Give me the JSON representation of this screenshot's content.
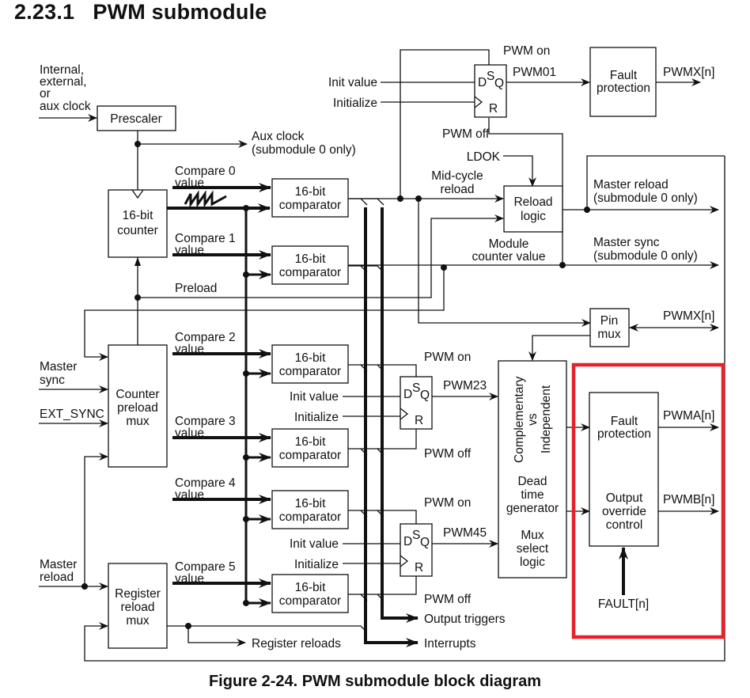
{
  "section": {
    "number": "2.23.1",
    "title": "PWM submodule"
  },
  "caption": "Figure 2-24. PWM submodule block diagram",
  "colors": {
    "highlight": "#e8202a",
    "line": "#111111"
  },
  "blocks": {
    "prescaler": "Prescaler",
    "counter": [
      "16-bit",
      "counter"
    ],
    "comparator": [
      "16-bit",
      "comparator"
    ],
    "counter_preload_mux": [
      "Counter",
      "preload",
      "mux"
    ],
    "register_reload_mux": [
      "Register",
      "reload",
      "mux"
    ],
    "reload_logic": [
      "Reload",
      "logic"
    ],
    "pin_mux": [
      "Pin",
      "mux"
    ],
    "fault_protection_top": [
      "Fault",
      "protection"
    ],
    "comp_vs_indep": [
      "Complementary",
      "vs",
      "Independent"
    ],
    "dead_time": [
      "Dead",
      "time",
      "generator"
    ],
    "mux_select": [
      "Mux",
      "select",
      "logic"
    ],
    "fault_protection": [
      "Fault",
      "protection"
    ],
    "output_override": [
      "Output",
      "override",
      "control"
    ],
    "flipflop_pins": {
      "d": "D",
      "s": "S",
      "q": "Q",
      "r": "R"
    }
  },
  "signals": {
    "clock_in": [
      "Internal,",
      "external,",
      "or",
      "aux clock"
    ],
    "aux_clock": [
      "Aux clock",
      "(submodule 0 only)"
    ],
    "compare": [
      [
        "Compare 0",
        "value"
      ],
      [
        "Compare 1",
        "value"
      ],
      [
        "Compare 2",
        "value"
      ],
      [
        "Compare 3",
        "value"
      ],
      [
        "Compare 4",
        "value"
      ],
      [
        "Compare 5",
        "value"
      ]
    ],
    "preload": "Preload",
    "master_sync": [
      "Master",
      "sync"
    ],
    "ext_sync": "EXT_SYNC",
    "master_reload_in": [
      "Master",
      "reload"
    ],
    "pwm_on": "PWM on",
    "pwm_off": "PWM off",
    "init_value": "Init value",
    "initialize": "Initialize",
    "pwm01": "PWM01",
    "pwm23": "PWM23",
    "pwm45": "PWM45",
    "pwmx": "PWMX[n]",
    "ldok": "LDOK",
    "mid_cycle_reload": [
      "Mid-cycle",
      "reload"
    ],
    "module_counter_value": [
      "Module",
      "counter value"
    ],
    "master_reload_out": [
      "Master reload",
      "(submodule 0 only)"
    ],
    "master_sync_out": [
      "Master sync",
      "(submodule 0 only)"
    ],
    "pwma": "PWMA[n]",
    "pwmb": "PWMB[n]",
    "fault": "FAULT[n]",
    "output_triggers": "Output triggers",
    "interrupts": "Interrupts",
    "register_reloads": "Register reloads"
  }
}
